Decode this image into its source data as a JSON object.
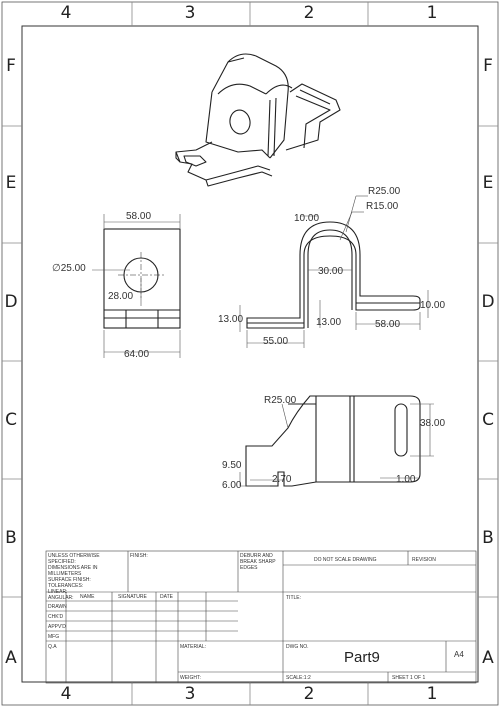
{
  "zones": {
    "columns": [
      "4",
      "3",
      "2",
      "1"
    ],
    "rows": [
      "F",
      "E",
      "D",
      "C",
      "B",
      "A"
    ]
  },
  "dimensions": {
    "front_width": "58.00",
    "front_total_width": "64.00",
    "hole_diameter": "∅25.00",
    "hole_height": "28.00",
    "side_r25": "R25.00",
    "side_r15": "R15.00",
    "side_thickness": "10.00",
    "side_inner_width": "30.00",
    "side_left_height": "13.00",
    "side_mid_height": "13.00",
    "side_left_flange": "55.00",
    "side_right_flange": "58.00",
    "side_right_height": "10.00",
    "top_r25": "R25.00",
    "slot_length": "38.00",
    "notch_height": "9.50",
    "notch_offset": "6.00",
    "notch_width": "2.70",
    "slot_width": "1.00"
  },
  "title_block": {
    "tolerances_note": "UNLESS OTHERWISE SPECIFIED:\nDIMENSIONS ARE IN MILLIMETERS\nSURFACE FINISH:\nTOLERANCES:\n  LINEAR:\n  ANGULAR:",
    "finish": "FINISH:",
    "deburr": "DEBURR AND\nBREAK SHARP\nEDGES",
    "do_not_scale": "DO NOT SCALE DRAWING",
    "revision": "REVISION",
    "title": "TITLE:",
    "col_name": "NAME",
    "col_signature": "SIGNATURE",
    "col_date": "DATE",
    "row_drawn": "DRAWN",
    "row_chkd": "CHK'D",
    "row_appvd": "APPV'D",
    "row_mfg": "MFG",
    "row_qa": "Q.A",
    "material": "MATERIAL:",
    "weight": "WEIGHT:",
    "dwg_no": "DWG NO.",
    "part_name": "Part9",
    "sheet_size": "A4",
    "scale": "SCALE:1:2",
    "sheet": "SHEET 1 OF 1"
  }
}
